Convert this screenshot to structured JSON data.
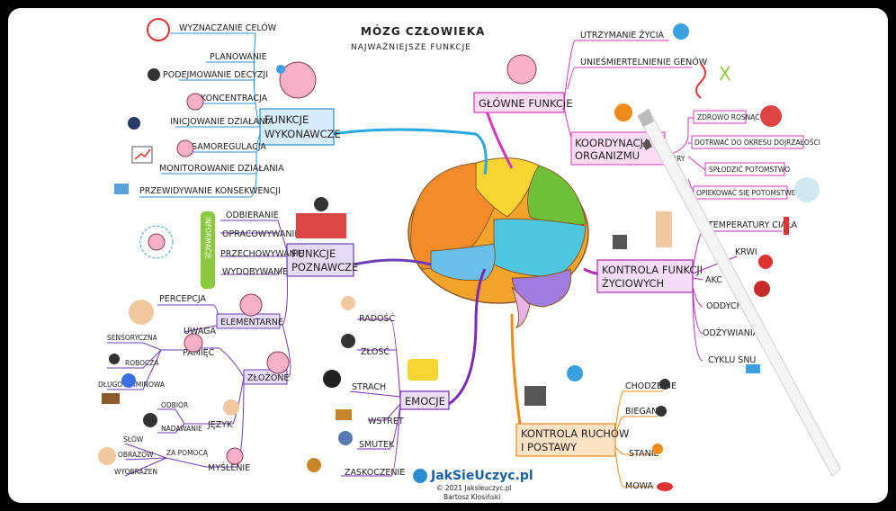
{
  "title": "MÓZG CZŁOWIEKA",
  "subtitle": "NAJWAŻNIEJSZE FUNKCJE",
  "branches": {
    "wykonawcze": {
      "label_lines": [
        "FUNKCJE",
        "WYKONAWCZE"
      ],
      "items": [
        "WYZNACZANIE CELÓW",
        "PLANOWANIE",
        "PODEJMOWANIE DECYZJI",
        "KONCENTRACJA",
        "INICJOWANIE DZIAŁANIA",
        "SAMOREGULACJA",
        "MONITOROWANIE DZIAŁANIA",
        "PRZEWIDYWANIE KONSEKWENCJI"
      ]
    },
    "poznawcze": {
      "label_lines": [
        "FUNKCJE",
        "POZNAWCZE"
      ],
      "informacje": "INFORMACJE",
      "items": [
        "ODBIERANIE",
        "OPRACOWYWANIE",
        "PRZECHOWYWANIE",
        "WYDOBYWANIE"
      ],
      "elementarne": {
        "label": "ELEMENTARNE",
        "items": [
          "PERCEPCJA",
          "UWAGA"
        ]
      },
      "zlozone": {
        "label": "ZŁOŻONE",
        "pamiec": {
          "label": "PAMIĘĆ",
          "items": [
            "SENSORYCZNA",
            "ROBOCZA",
            "DŁUGOTERMINOWA"
          ]
        },
        "jezyk": {
          "label": "JĘZYK",
          "items": [
            "ODBIÓR",
            "NADAWANIE"
          ]
        },
        "myslenie": {
          "label": "MYŚLENIE",
          "za_pomoca": "ZA POMOCĄ",
          "items": [
            "SŁÓW",
            "OBRAZÓW",
            "WYOBRAŻEŃ"
          ]
        }
      }
    },
    "emocje": {
      "label": "EMOCJE",
      "items": [
        "RADOŚĆ",
        "ZŁOŚĆ",
        "STRACH",
        "WSTRĘT",
        "SMUTEK",
        "ZASKOCZENIE"
      ]
    },
    "glowne": {
      "label": "GŁÓWNE FUNKCJE",
      "items": [
        "UTRZYMANIE ŻYCIA",
        "UNIEŚMIERTELNIENIE GENÓW"
      ],
      "koordynacja": {
        "label_lines": [
          "KOORDYNACJA",
          "ORGANIZMU"
        ],
        "ary": "ARY"
      },
      "sub_items": [
        "ZDROWO ROSNĄĆ",
        "DOTRWAĆ DO OKRESU DOJRZAŁOŚCI",
        "SPŁODZIĆ POTOMSTWO",
        "OPIEKOWAĆ SIĘ POTOMSTWEM"
      ]
    },
    "zyciowe": {
      "label_lines": [
        "KONTROLA FUNKCJI",
        "ŻYCIOWYCH"
      ],
      "items": [
        "TEMPERATURY CIAŁA",
        "KRWI",
        "AKC",
        "ODDYCHA",
        "ODŻYWIANIA",
        "CYKLU SNU"
      ]
    },
    "ruchy": {
      "label_lines": [
        "KONTROLA RUCHÓW",
        "I POSTAWY"
      ],
      "items": [
        "CHODZENIE",
        "BIEGANIE",
        "STANIE",
        "MOWA"
      ]
    }
  },
  "brand": {
    "name": "JakSieUczyc.pl",
    "copyright": "© 2021 Jaksieuczyc.pl",
    "author": "Bartosz Kłosiński"
  },
  "colors": {
    "blue": "#2a8fd0",
    "purple": "#6a3fb5",
    "magenta": "#d437b8",
    "orange": "#f08a1c",
    "violet": "#9b3fd0"
  }
}
